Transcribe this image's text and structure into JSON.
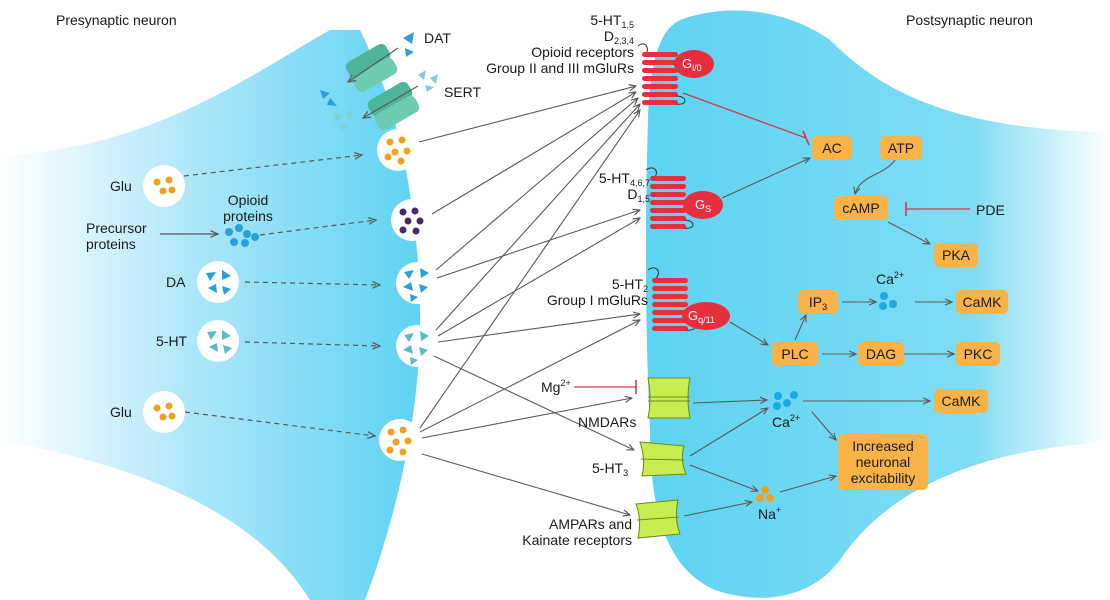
{
  "titles": {
    "presynaptic": "Presynaptic neuron",
    "postsynaptic": "Postsynaptic neuron"
  },
  "transporters": {
    "dat": "DAT",
    "sert": "SERT"
  },
  "left_labels": {
    "glu_top": "Glu",
    "opioid_proteins": [
      "Opioid",
      "proteins"
    ],
    "precursor_proteins": [
      "Precursor",
      "proteins"
    ],
    "da": "DA",
    "ht5": "5-HT",
    "glu_bottom": "Glu"
  },
  "receptor_labels": {
    "gio_group": {
      "ht_base": "5-HT",
      "ht_sub": "1,5",
      "d_base": "D",
      "d_sub": "2,3,4",
      "line3": "Opioid receptors",
      "line4": "Group II and III mGluRs"
    },
    "gs_group": {
      "ht_base": "5-HT",
      "ht_sub": "4,6,7",
      "d_base": "D",
      "d_sub": "1,5"
    },
    "gq_group": {
      "ht_base": "5-HT",
      "ht_sub": "2",
      "line2": "Group I mGluRs"
    },
    "mg": {
      "base": "Mg",
      "sup": "2+"
    },
    "nmdars": "NMDARs",
    "ht3": {
      "base": "5-HT",
      "sub": "3"
    },
    "ampa": [
      "AMPARs and",
      "Kainate receptors"
    ]
  },
  "g_proteins": {
    "gio": {
      "base": "G",
      "sub": "i/0"
    },
    "gs": {
      "base": "G",
      "sub": "S"
    },
    "gq": {
      "base": "G",
      "sub": "q/11"
    }
  },
  "pathway": {
    "ac": "AC",
    "atp": "ATP",
    "camp": "cAMP",
    "pde": "PDE",
    "pka": "PKA",
    "ip3": {
      "base": "IP",
      "sub": "3"
    },
    "ca_top": {
      "base": "Ca",
      "sup": "2+"
    },
    "camk_top": "CaMK",
    "plc": "PLC",
    "dag": "DAG",
    "pkc": "PKC",
    "ca_mid": {
      "base": "Ca",
      "sup": "2+"
    },
    "camk_mid": "CaMK",
    "excitability": [
      "Increased",
      "neuronal",
      "excitability"
    ],
    "na": {
      "base": "Na",
      "sup": "+"
    }
  },
  "colors": {
    "membrane": "#5dd3f2",
    "membrane_light": "#c6eefb",
    "orange": "#f7b347",
    "glu_dot": "#f2a11c",
    "opioid_dot": "#4a2a6b",
    "da_triangle": "#2a9fd9",
    "ht_triangle": "#5bbcc4",
    "transporter": "#4fb59a",
    "receptor_red": "#e62e3f",
    "ionotropic": "#c7ee4e",
    "arrow_gray": "#5a5a5a",
    "inhibit_red": "#d23a4a"
  }
}
